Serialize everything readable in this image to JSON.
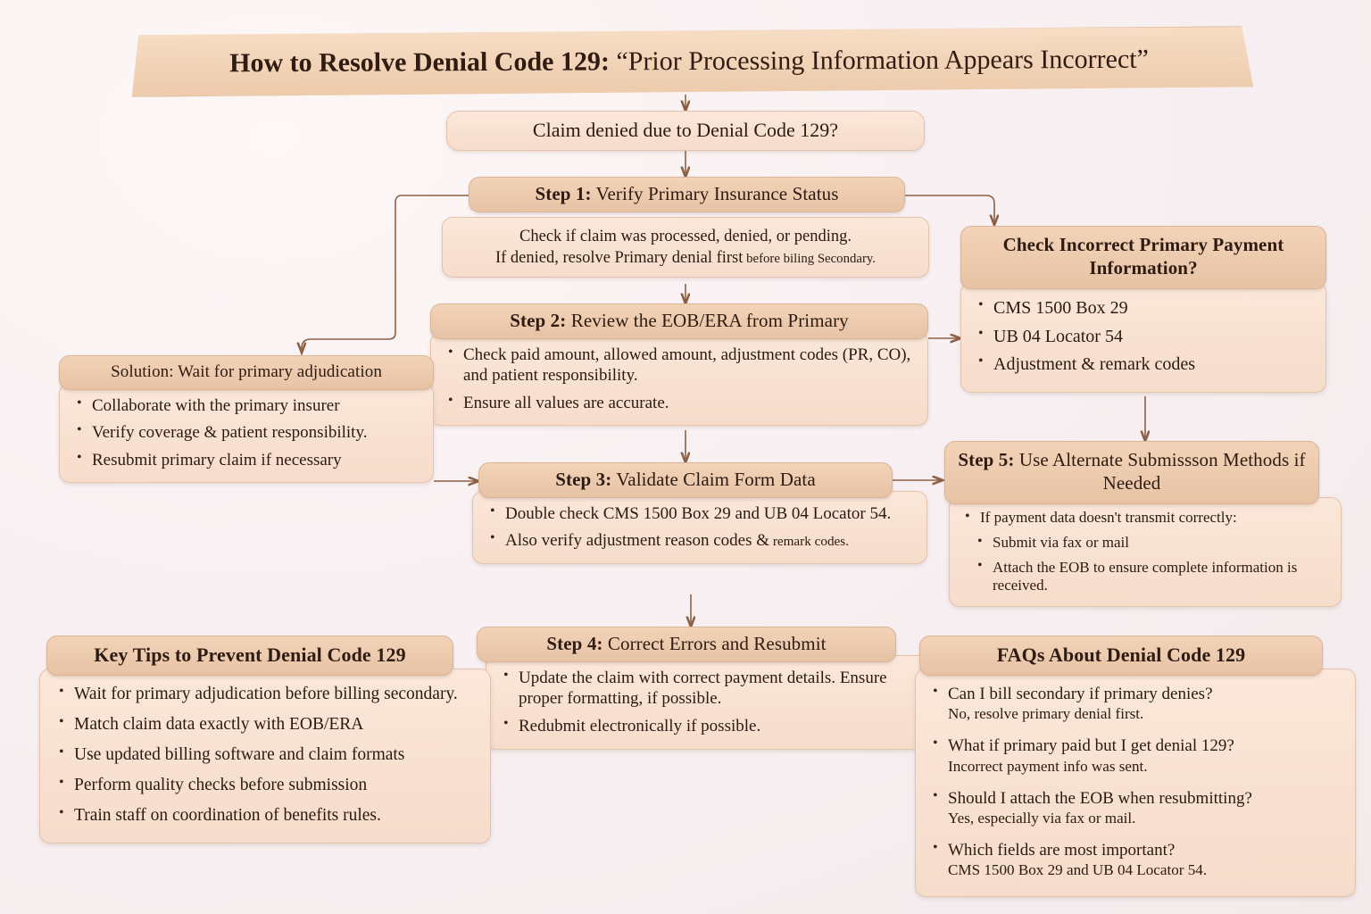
{
  "title": {
    "bold_part": "How to Resolve Denial Code 129:",
    "quoted_part": " “Prior Processing Information Appears Incorrect”"
  },
  "nodes": {
    "start": {
      "label": "Claim denied due to Denial Code 129?"
    },
    "step1": {
      "header_bold": "Step 1:",
      "header_rest": " Verify Primary Insurance Status",
      "line1": "Check if claim was processed, denied, or pending.",
      "line2_main": "If denied, resolve Primary denial first",
      "line2_small": " before biling Secondary."
    },
    "check_primary": {
      "header": "Check Incorrect Primary Payment Information?",
      "bullets": [
        "CMS 1500 Box 29",
        "UB 04 Locator 54",
        "Adjustment & remark codes"
      ]
    },
    "step2": {
      "header_bold": "Step 2:",
      "header_rest": " Review the EOB/ERA from Primary",
      "bullets": [
        "Check paid amount, allowed amount, adjustment codes (PR, CO), and patient responsibility.",
        "Ensure all values are accurate."
      ]
    },
    "solution": {
      "header": "Solution: Wait for primary adjudication",
      "bullets": [
        "Collaborate with the primary insurer",
        "Verify coverage & patient responsibility.",
        "Resubmit primary claim if necessary"
      ]
    },
    "step3": {
      "header_bold": "Step 3:",
      "header_rest": " Validate Claim Form Data",
      "bullet1": "Double check CMS 1500 Box 29 and UB 04 Locator 54.",
      "bullet2_main": "Also verify adjustment reason codes &",
      "bullet2_small": " remark codes."
    },
    "step5": {
      "header_bold": "Step 5:",
      "header_rest": " Use Alternate Submissson Methods if Needed",
      "bullets": [
        "If payment data doesn't transmit correctly:",
        "Submit via fax or mail",
        "Attach the EOB to ensure complete information is received."
      ]
    },
    "step4": {
      "header_bold": "Step 4:",
      "header_rest": " Correct Errors and Resubmit",
      "bullets": [
        "Update the claim with correct payment details. Ensure proper formatting, if possible.",
        "Redubmit electronically if possible."
      ]
    },
    "key_tips": {
      "header": "Key Tips to Prevent Denial Code 129",
      "bullets": [
        "Wait for primary adjudication before billing secondary.",
        "Match claim data exactly with EOB/ERA",
        "Use updated billing software and claim formats",
        "Perform quality checks before submission",
        "Train staff on coordination of benefits rules."
      ]
    },
    "faqs": {
      "header": "FAQs About Denial Code 129",
      "items": [
        {
          "q": "Can I bill secondary if primary denies?",
          "a": "No, resolve primary denial first."
        },
        {
          "q": "What if primary paid but I get denial 129?",
          "a": "Incorrect payment info was sent."
        },
        {
          "q": "Should I attach the EOB when resubmitting?",
          "a": "Yes, especially via fax or mail."
        },
        {
          "q": "Which fields are most important?",
          "a": "CMS 1500 Box 29 and UB 04 Locator 54."
        }
      ]
    }
  },
  "colors": {
    "background": "#f8f1f3",
    "header_fill": "#eccaad",
    "body_fill": "#f8e0d0",
    "border": "#d9b496",
    "connector": "#8d6046",
    "text": "#2b1a12"
  }
}
